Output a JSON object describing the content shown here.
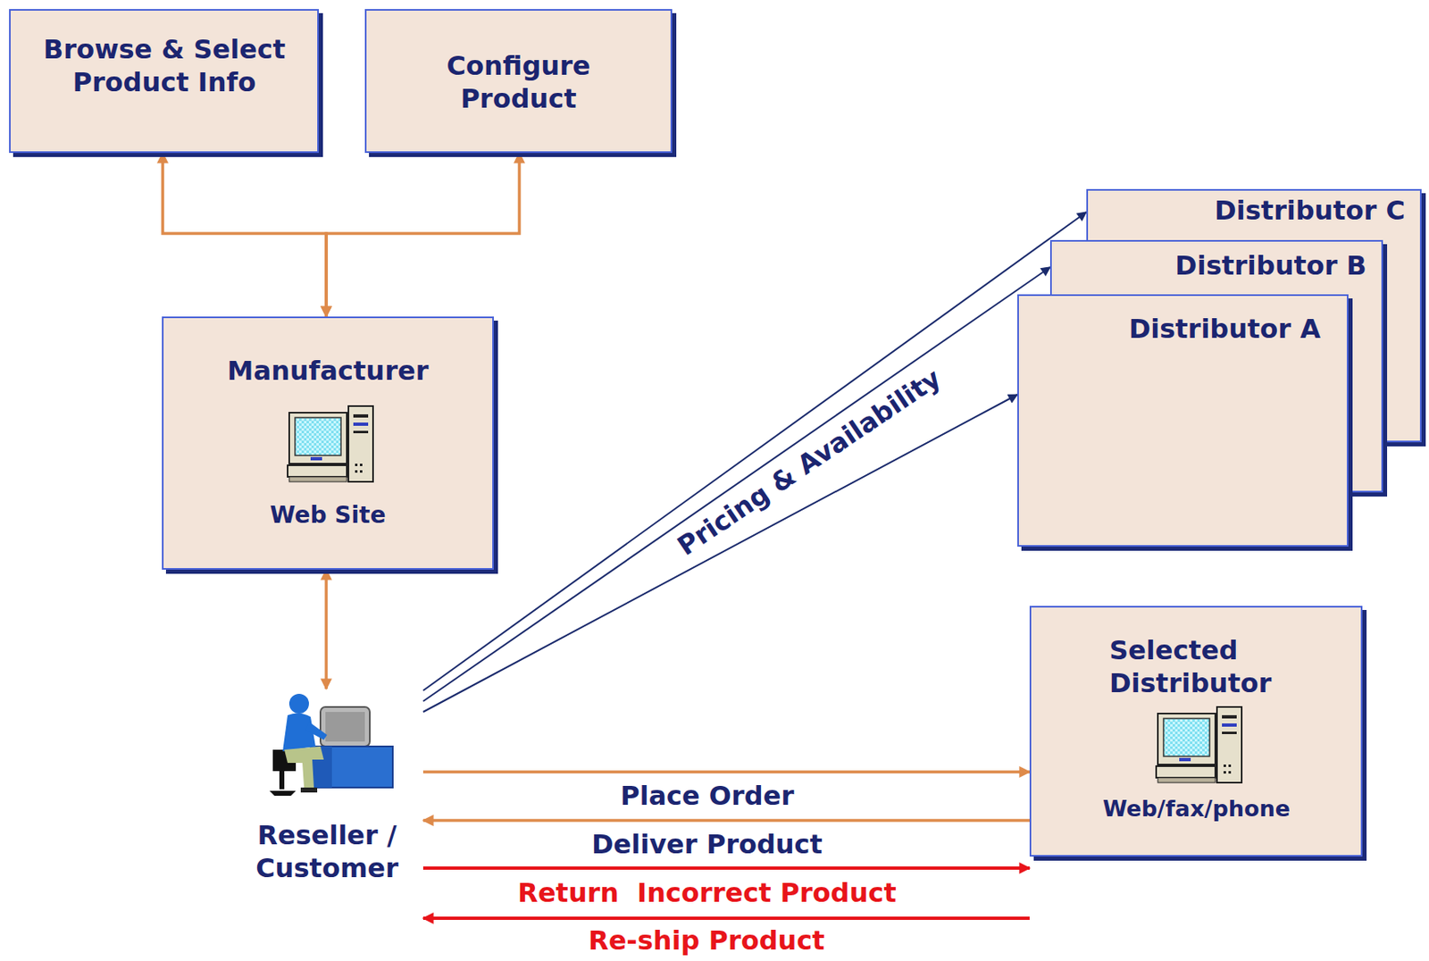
{
  "diagram": {
    "nodes": [
      {
        "text": [
          "Browse & Select Product Info"
        ]
      },
      {
        "text": [
          "Configure Product"
        ]
      },
      {
        "text": [
          "Manufacturer",
          "Web Site"
        ]
      },
      {
        "text": [
          "Distributor C"
        ]
      },
      {
        "text": [
          "Distributor B"
        ]
      },
      {
        "text": [
          "Distributor A"
        ]
      },
      {
        "text": [
          "Reseller / Customer"
        ]
      },
      {
        "text": [
          "Selected Distributor",
          "Web/fax/phone"
        ]
      }
    ],
    "edges": [
      {
        "from": 2,
        "to": 0,
        "arrow": "both"
      },
      {
        "from": 2,
        "to": 1,
        "arrow": "both"
      },
      {
        "from": 2,
        "to": 6,
        "arrow": "both"
      },
      {
        "from": 6,
        "to": 3,
        "arrow": "to"
      },
      {
        "from": 6,
        "to": 4,
        "label": "Pricing & Availability",
        "arrow": "to"
      },
      {
        "from": 6,
        "to": 5,
        "arrow": "to"
      },
      {
        "from": 6,
        "to": 7,
        "label": "Place Order",
        "arrow": "to"
      },
      {
        "from": 7,
        "to": 6,
        "label": "Deliver Product",
        "arrow": "to"
      },
      {
        "from": 6,
        "to": 7,
        "label": "Return  Incorrect Product",
        "arrow": "to"
      },
      {
        "from": 7,
        "to": 6,
        "label": "Re-ship Product",
        "arrow": "to"
      }
    ]
  }
}
